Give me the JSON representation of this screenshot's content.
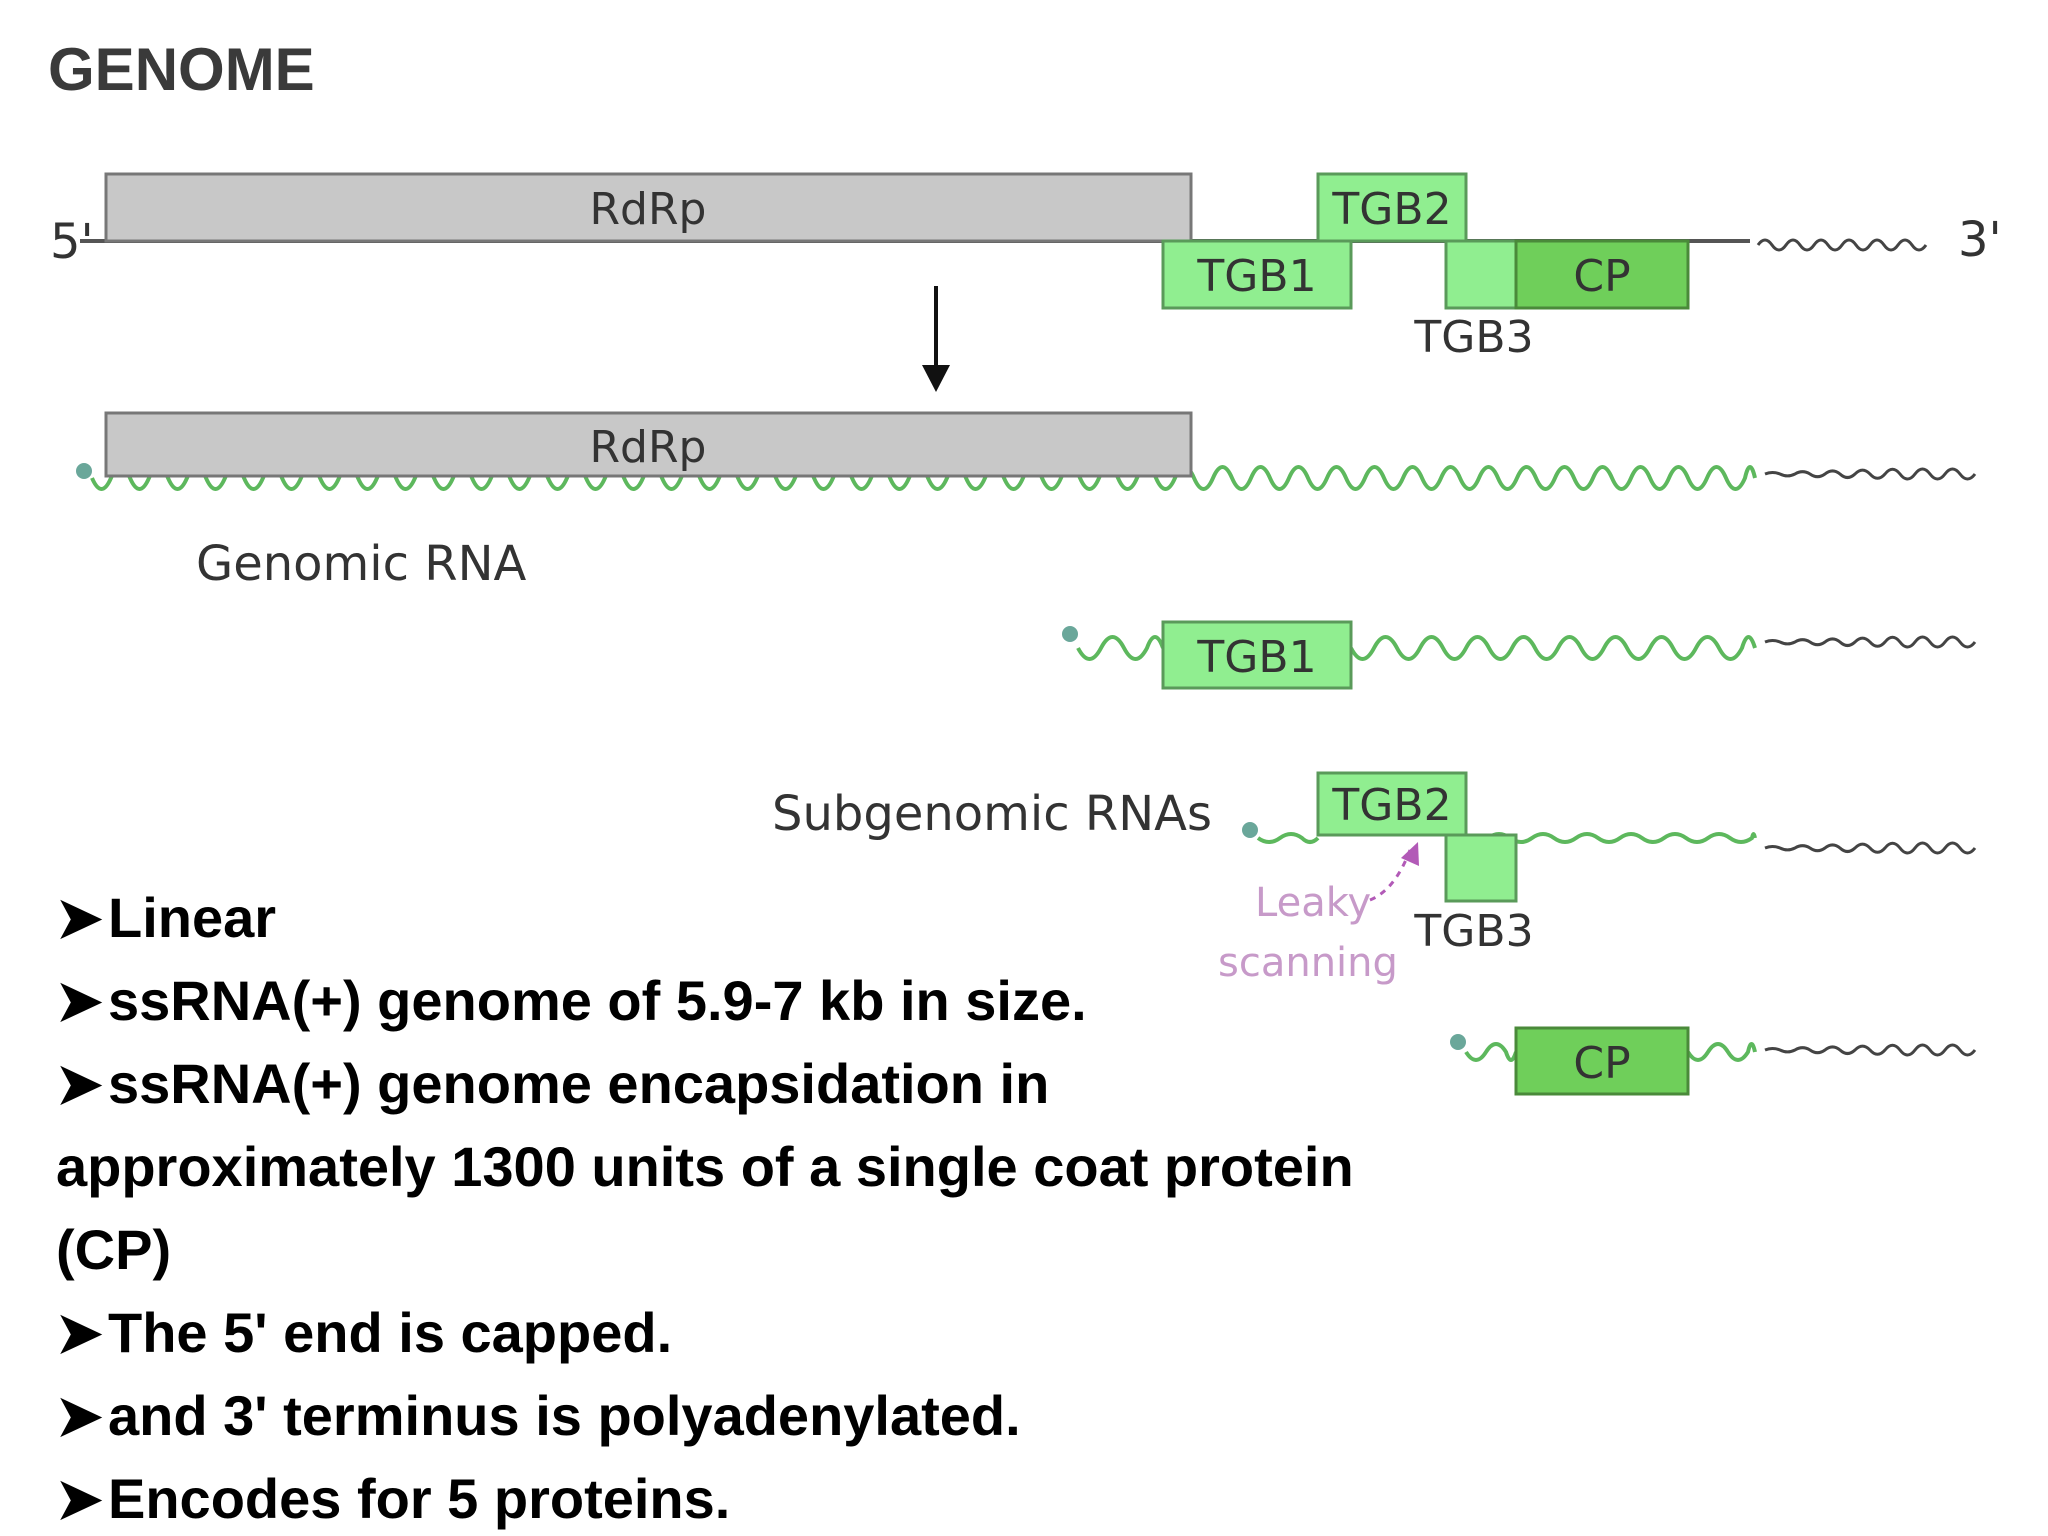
{
  "heading": "GENOME",
  "diagram": {
    "end5": "5'",
    "end3": "3'",
    "genes": {
      "rdrp": "RdRp",
      "tgb1": "TGB1",
      "tgb2": "TGB2",
      "tgb3": "TGB3",
      "cp": "CP"
    },
    "labels": {
      "genomic_rna": "Genomic RNA",
      "subgenomic_rnas": "Subgenomic RNAs",
      "leaky": "Leaky",
      "scanning": "scanning"
    },
    "colors": {
      "rdrp_fill": "#c8c8c8",
      "tgb_fill": "#90ee90",
      "cp_fill": "#6fcf5a",
      "rna_line": "#5db85d",
      "polyA": "#444444",
      "leaky_arrow": "#b25ab7"
    }
  },
  "bullets": [
    "Linear",
    "ssRNA(+) genome of 5.9-7 kb in size.",
    "ssRNA(+) genome encapsidation in approximately 1300 units of a single coat protein (CP)",
    "The 5' end is capped.",
    "and 3' terminus is polyadenylated.",
    "Encodes for 5 proteins."
  ]
}
